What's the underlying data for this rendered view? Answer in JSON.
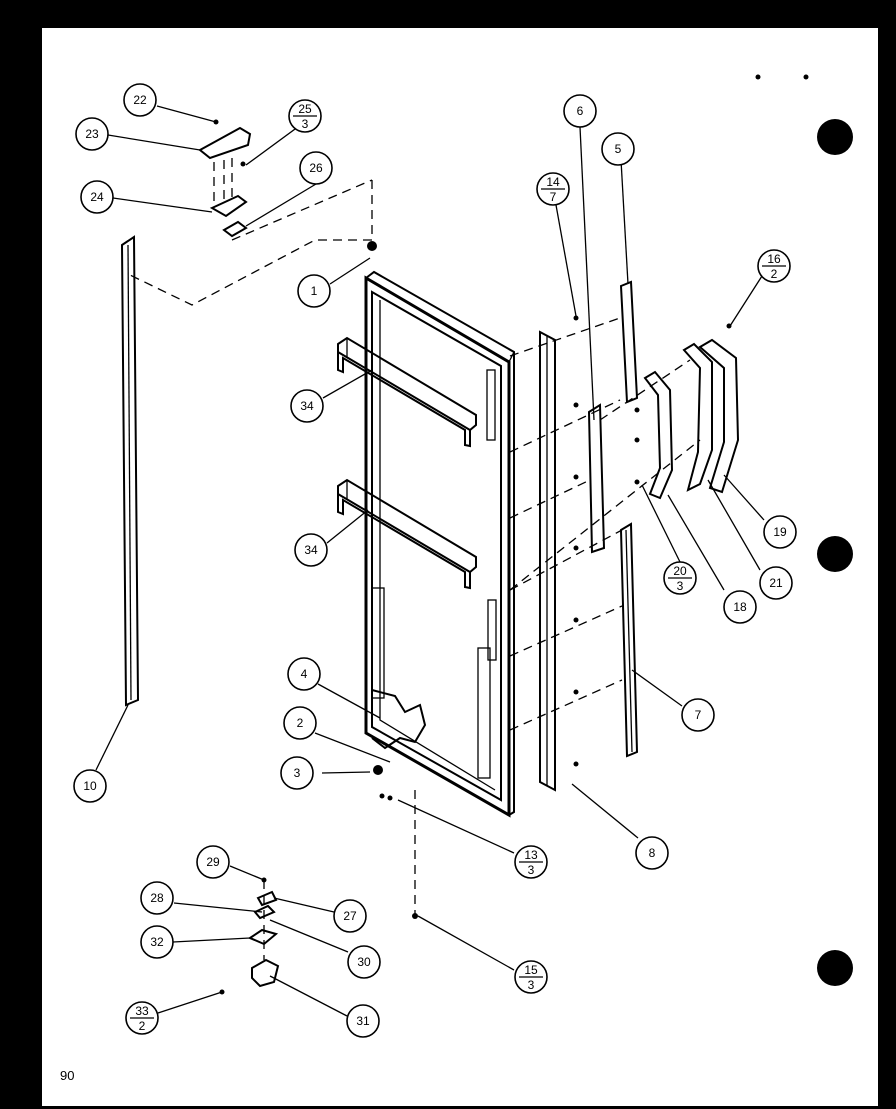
{
  "page_number": "90",
  "callouts": [
    {
      "id": "c22",
      "top": "22",
      "bottom": ""
    },
    {
      "id": "c23",
      "top": "23",
      "bottom": ""
    },
    {
      "id": "c25",
      "top": "25",
      "bottom": "3"
    },
    {
      "id": "c26",
      "top": "26",
      "bottom": ""
    },
    {
      "id": "c24",
      "top": "24",
      "bottom": ""
    },
    {
      "id": "c1",
      "top": "1",
      "bottom": ""
    },
    {
      "id": "c34a",
      "top": "34",
      "bottom": ""
    },
    {
      "id": "c34b",
      "top": "34",
      "bottom": ""
    },
    {
      "id": "c10",
      "top": "10",
      "bottom": ""
    },
    {
      "id": "c4",
      "top": "4",
      "bottom": ""
    },
    {
      "id": "c2",
      "top": "2",
      "bottom": ""
    },
    {
      "id": "c3",
      "top": "3",
      "bottom": ""
    },
    {
      "id": "c13",
      "top": "13",
      "bottom": "3"
    },
    {
      "id": "c15",
      "top": "15",
      "bottom": "3"
    },
    {
      "id": "c6",
      "top": "6",
      "bottom": ""
    },
    {
      "id": "c14",
      "top": "14",
      "bottom": "7"
    },
    {
      "id": "c5",
      "top": "5",
      "bottom": ""
    },
    {
      "id": "c16",
      "top": "16",
      "bottom": "2"
    },
    {
      "id": "c19",
      "top": "19",
      "bottom": ""
    },
    {
      "id": "c20",
      "top": "20",
      "bottom": "3"
    },
    {
      "id": "c18",
      "top": "18",
      "bottom": ""
    },
    {
      "id": "c21",
      "top": "21",
      "bottom": ""
    },
    {
      "id": "c7",
      "top": "7",
      "bottom": ""
    },
    {
      "id": "c8",
      "top": "8",
      "bottom": ""
    },
    {
      "id": "c29",
      "top": "29",
      "bottom": ""
    },
    {
      "id": "c28",
      "top": "28",
      "bottom": ""
    },
    {
      "id": "c27",
      "top": "27",
      "bottom": ""
    },
    {
      "id": "c32",
      "top": "32",
      "bottom": ""
    },
    {
      "id": "c30",
      "top": "30",
      "bottom": ""
    },
    {
      "id": "c33",
      "top": "33",
      "bottom": "2"
    },
    {
      "id": "c31",
      "top": "31",
      "bottom": ""
    }
  ]
}
